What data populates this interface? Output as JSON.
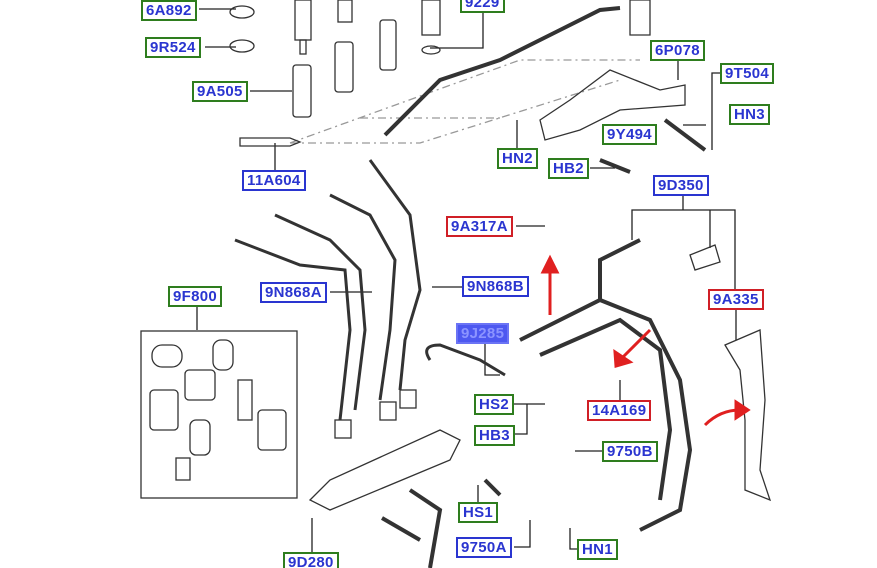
{
  "colors": {
    "green_border": "#2e7d1e",
    "blue_border": "#2a35d0",
    "red_border": "#d01f26",
    "text": "#2a35d0",
    "highlight": "#4d58f0",
    "arrow": "#e02020"
  },
  "callouts": [
    {
      "id": "6A892",
      "style": "green"
    },
    {
      "id": "9R524",
      "style": "green"
    },
    {
      "id": "9A505",
      "style": "green"
    },
    {
      "id": "9229",
      "style": "green"
    },
    {
      "id": "6P078",
      "style": "green"
    },
    {
      "id": "9T504",
      "style": "green"
    },
    {
      "id": "HN3",
      "style": "green"
    },
    {
      "id": "9Y494",
      "style": "green"
    },
    {
      "id": "HN2",
      "style": "green"
    },
    {
      "id": "HB2",
      "style": "green"
    },
    {
      "id": "11A604",
      "style": "blue"
    },
    {
      "id": "9D350",
      "style": "blue"
    },
    {
      "id": "9A317A",
      "style": "red"
    },
    {
      "id": "9A335",
      "style": "red"
    },
    {
      "id": "9N868A",
      "style": "blue"
    },
    {
      "id": "9N868B",
      "style": "blue"
    },
    {
      "id": "9F800",
      "style": "green"
    },
    {
      "id": "9J285",
      "style": "highlighted"
    },
    {
      "id": "HS2",
      "style": "green"
    },
    {
      "id": "HB3",
      "style": "green"
    },
    {
      "id": "14A169",
      "style": "red"
    },
    {
      "id": "9750B",
      "style": "green"
    },
    {
      "id": "HS1",
      "style": "green"
    },
    {
      "id": "9750A",
      "style": "blue"
    },
    {
      "id": "HN1",
      "style": "green"
    },
    {
      "id": "9D280",
      "style": "green"
    }
  ]
}
